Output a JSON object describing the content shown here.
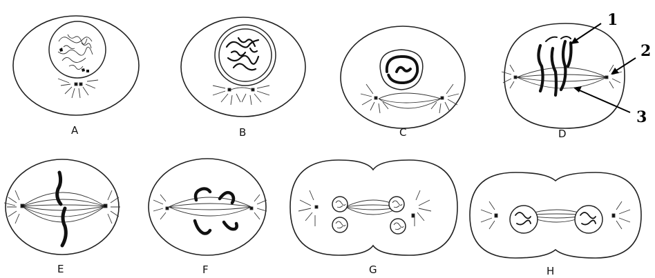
{
  "stages": [
    {
      "key": "a",
      "label": "A"
    },
    {
      "key": "b",
      "label": "B"
    },
    {
      "key": "c",
      "label": "C"
    },
    {
      "key": "d",
      "label": "D"
    },
    {
      "key": "e",
      "label": "E"
    },
    {
      "key": "f",
      "label": "F"
    },
    {
      "key": "g",
      "label": "G"
    },
    {
      "key": "h",
      "label": "H"
    }
  ],
  "callouts": [
    {
      "key": "1",
      "label": "1"
    },
    {
      "key": "2",
      "label": "2"
    },
    {
      "key": "3",
      "label": "3"
    }
  ],
  "colors": {
    "ink": "#111111",
    "background": "#ffffff"
  }
}
